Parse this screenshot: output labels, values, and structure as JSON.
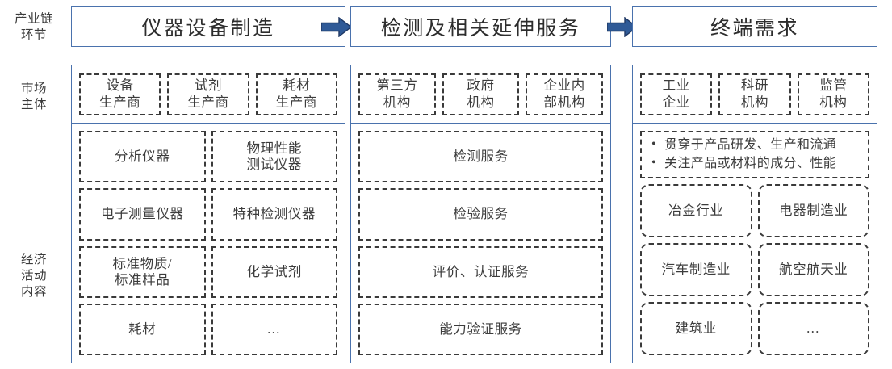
{
  "row_labels": {
    "chain": "产业链\n环节",
    "market": "市场\n主体",
    "economic": "经济\n活动\n内容"
  },
  "colors": {
    "panel_border": "#4a72ad",
    "arrow_fill": "#2f5a97",
    "arrow_stroke": "#1f3864",
    "chip_border": "#3a3a3a",
    "text": "#3c3c3c"
  },
  "arrows": [
    {
      "name": "arrow-stage1-to-stage2"
    },
    {
      "name": "arrow-stage2-to-stage3"
    }
  ],
  "columns": [
    {
      "id": "instrument-manufacturing",
      "title": "仪器设备制造",
      "market_subjects": [
        "设备\n生产商",
        "试剂\n生产商",
        "耗材\n生产商"
      ],
      "economic_rows": [
        [
          "分析仪器",
          "物理性能\n测试仪器"
        ],
        [
          "电子测量仪器",
          "特种检测仪器"
        ],
        [
          "标准物质/\n标准样品",
          "化学试剂"
        ],
        [
          "耗材",
          "…"
        ]
      ]
    },
    {
      "id": "testing-and-extended-services",
      "title": "检测及相关延伸服务",
      "market_subjects": [
        "第三方\n机构",
        "政府\n机构",
        "企业内\n部机构"
      ],
      "economic_rows": [
        [
          "检测服务"
        ],
        [
          "检验服务"
        ],
        [
          "评价、认证服务"
        ],
        [
          "能力验证服务"
        ]
      ]
    },
    {
      "id": "end-demand",
      "title": "终端需求",
      "market_subjects": [
        "工业\n企业",
        "科研\n机构",
        "监管\n机构"
      ],
      "bullets": [
        "贯穿于产品研发、生产和流通",
        "关注产品或材料的成分、性能"
      ],
      "economic_rows": [
        [
          "冶金行业",
          "电器制造业"
        ],
        [
          "汽车制造业",
          "航空航天业"
        ],
        [
          "建筑业",
          "…"
        ]
      ]
    }
  ]
}
